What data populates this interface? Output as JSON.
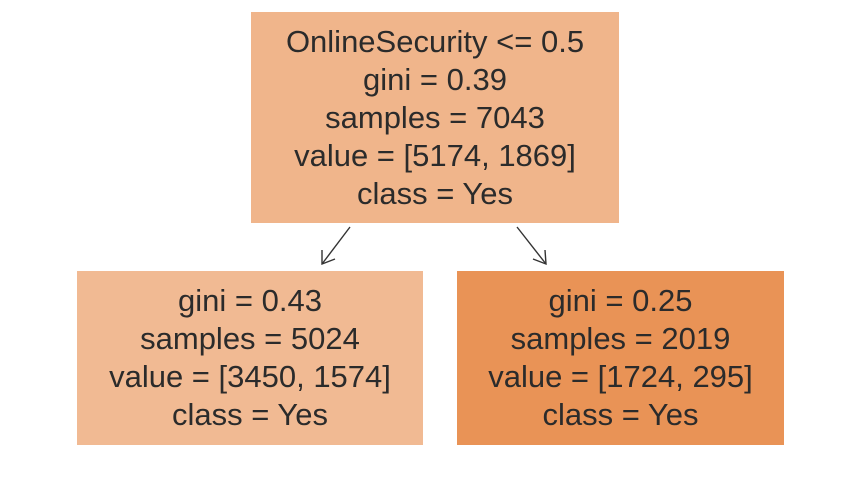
{
  "tree": {
    "root": {
      "lines": [
        "OnlineSecurity <= 0.5",
        "gini = 0.39",
        "samples = 7043",
        "value = [5174, 1869]",
        "class = Yes"
      ],
      "fill": "#f0b58b"
    },
    "left": {
      "lines": [
        "gini = 0.43",
        "samples = 5024",
        "value = [3450, 1574]",
        "class = Yes"
      ],
      "fill": "#f1ba93"
    },
    "right": {
      "lines": [
        "gini = 0.25",
        "samples = 2019",
        "value = [1724, 295]",
        "class = Yes"
      ],
      "fill": "#e99356"
    }
  },
  "edge_color": "#333333"
}
